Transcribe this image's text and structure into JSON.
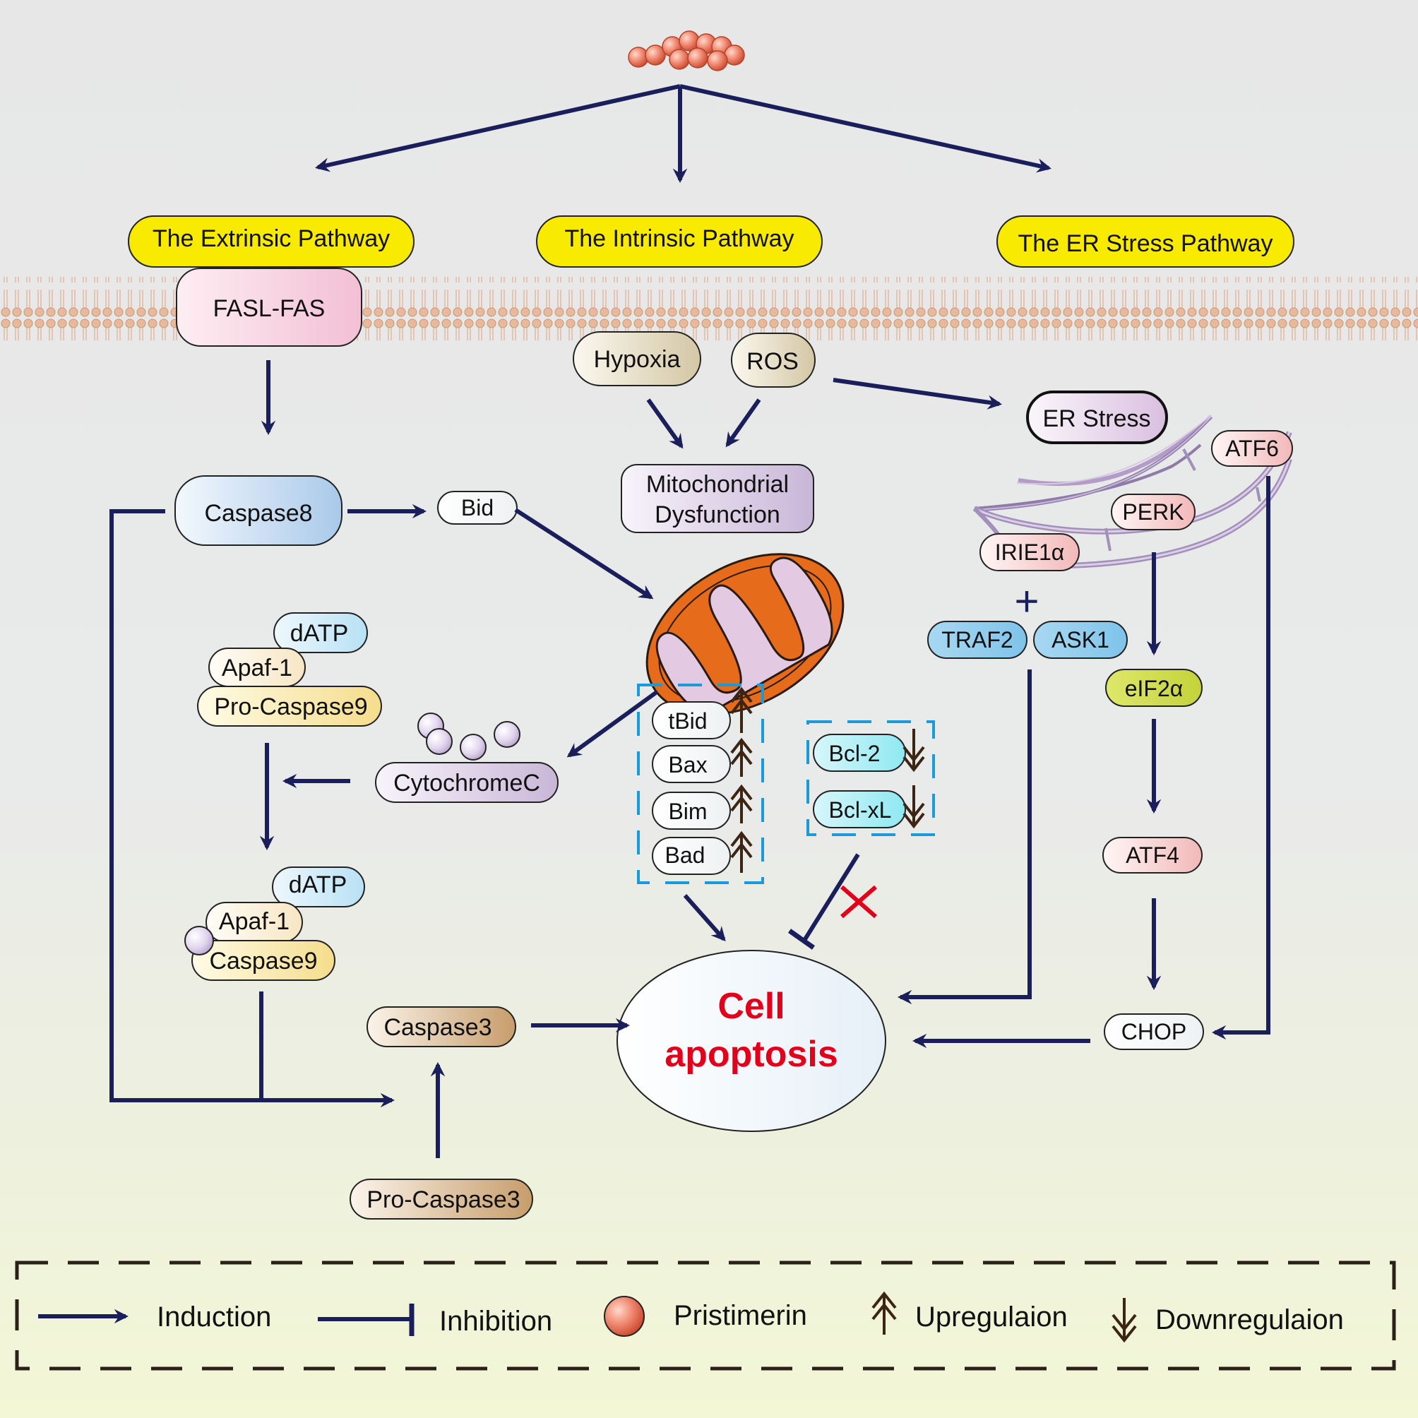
{
  "pathways": {
    "extrinsic": "The Extrinsic Pathway",
    "intrinsic": "The Intrinsic Pathway",
    "er": "The ER Stress Pathway"
  },
  "nodes": {
    "fasl_fas": "FASL-FAS",
    "hypoxia": "Hypoxia",
    "ros": "ROS",
    "er_stress": "ER Stress",
    "caspase8": "Caspase8",
    "bid": "Bid",
    "mito_dysfunction_1": "Mitochondrial",
    "mito_dysfunction_2": "Dysfunction",
    "atf6": "ATF6",
    "perk": "PERK",
    "ire1a": "IRIE1α",
    "plus": "+",
    "traf2": "TRAF2",
    "ask1": "ASK1",
    "eif2a": "eIF2α",
    "atf4": "ATF4",
    "chop": "CHOP",
    "datp_1": "dATP",
    "apaf1_1": "Apaf-1",
    "pro_caspase9": "Pro-Caspase9",
    "cytochromec": "CytochromeC",
    "datp_2": "dATP",
    "apaf1_2": "Apaf-1",
    "caspase9": "Caspase9",
    "caspase3": "Caspase3",
    "pro_caspase3": "Pro-Caspase3",
    "tbid": "tBid",
    "bax": "Bax",
    "bim": "Bim",
    "bad": "Bad",
    "bcl2": "Bcl-2",
    "bclxl": "Bcl-xL",
    "cell_1": "Cell",
    "cell_2": "apoptosis"
  },
  "legend": {
    "induction": "Induction",
    "inhibition": "Inhibition",
    "pristimerin": "Pristimerin",
    "upregulation": "Upregulaion",
    "downregulation": "Downregulaion"
  },
  "colors": {
    "arrow": "#1a1f5c",
    "pathway_label": "#f8ea00",
    "cell_apoptosis_text": "#e3001b",
    "inhibit_cross": "#e3001b",
    "regulation_arrow": "#3c2613",
    "dashed_box": "#1a9ad9",
    "mitochondrion": "#e66b1a"
  }
}
